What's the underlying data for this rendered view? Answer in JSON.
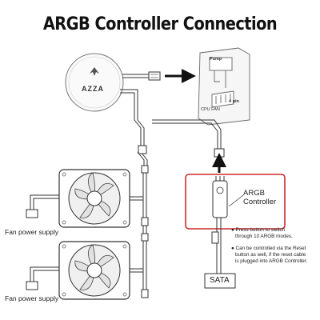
{
  "title": "ARGB Controller Connection",
  "fan_power_labels": [
    "Fan power supply",
    "Fan power supply"
  ],
  "logo": "AZZA",
  "pump_label": "Pump",
  "header_label": "4 pin",
  "cpu_fan_label": "CPU FAN",
  "controller": {
    "line1": "ARGB",
    "line2": "Controller"
  },
  "notes": {
    "n1_line1": "● Press button to switch",
    "n1_line2": "through 10 ARGB modes.",
    "n2_line1": "● Can be controlled via the Reset",
    "n2_line2": "button as well, if the reset cable",
    "n2_line3": "is plugged into ARGB Controller."
  },
  "sata_label": "SATA",
  "colors": {
    "controller_outline": "#cc2b2b",
    "line": "#333333",
    "fan_blade": "#e8e8e8"
  }
}
